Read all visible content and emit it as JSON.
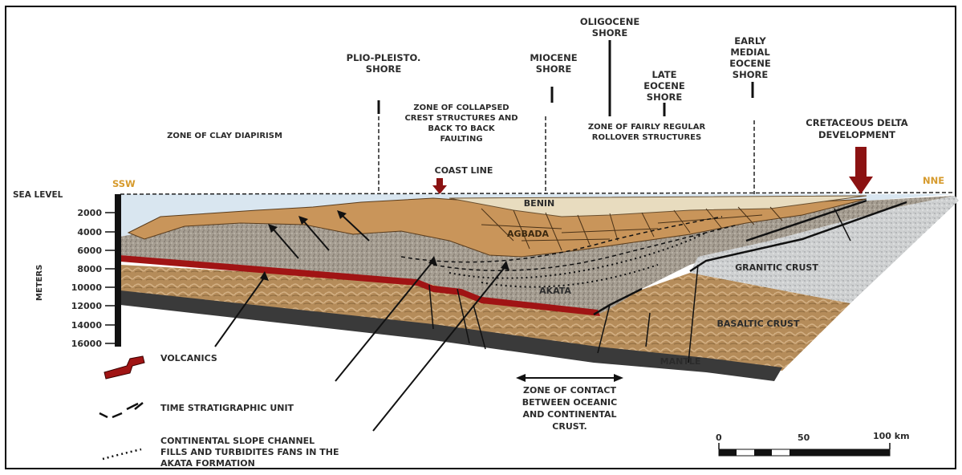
{
  "shores": {
    "plio_line1": "PLIO-PLEISTO.",
    "plio_line2": "SHORE",
    "miocene_line1": "MIOCENE",
    "miocene_line2": "SHORE",
    "oligocene_line1": "OLIGOCENE",
    "oligocene_line2": "SHORE",
    "late_eocene_line1": "LATE",
    "late_eocene_line2": "EOCENE",
    "late_eocene_line3": "SHORE",
    "early_eocene_line1": "EARLY",
    "early_eocene_line2": "MEDIAL",
    "early_eocene_line3": "EOCENE",
    "early_eocene_line4": "SHORE"
  },
  "zones": {
    "clay_diapirism": "ZONE OF CLAY DIAPIRISM",
    "collapsed_line1": "ZONE OF COLLAPSED",
    "collapsed_line2": "CREST STRUCTURES AND",
    "collapsed_line3": "BACK TO BACK",
    "collapsed_line4": "FAULTING",
    "rollover_line1": "ZONE OF FAIRLY REGULAR",
    "rollover_line2": "ROLLOVER STRUCTURES",
    "contact_line1": "ZONE OF CONTACT",
    "contact_line2": "BETWEEN OCEANIC",
    "contact_line3": "AND CONTINENTAL",
    "contact_line4": "CRUST."
  },
  "cretaceous_line1": "CRETACEOUS DELTA",
  "cretaceous_line2": "DEVELOPMENT",
  "coast_line": "COAST LINE",
  "ssw": "SSW",
  "nne": "NNE",
  "sea_level": "SEA LEVEL",
  "depth_axis": {
    "label": "METERS",
    "ticks": [
      "2000",
      "4000",
      "6000",
      "8000",
      "10000",
      "12000",
      "14000",
      "16000"
    ]
  },
  "formations": {
    "benin": "BENIN",
    "agbada": "AGBADA",
    "akata": "AKATA",
    "granitic": "GRANITIC CRUST",
    "basaltic": "BASALTIC CRUST",
    "mantle": "MANTLE"
  },
  "legend": {
    "volcanics": "VOLCANICS",
    "time_unit": "TIME STRATIGRAPHIC UNIT",
    "channel_line1": "CONTINENTAL SLOPE CHANNEL",
    "channel_line2": "FILLS AND TURBIDITES FANS IN THE",
    "channel_line3": "AKATA FORMATION"
  },
  "scale": {
    "tick0": "0",
    "tick50": "50",
    "tick100": "100 km"
  },
  "colors": {
    "orange_label": "#d69a2c",
    "volcanic_red": "#a01414",
    "benin_fill": "#e8dcbf",
    "agbada_fill": "#c9955a",
    "akata_fill": "#a59c90",
    "granitic_fill": "#c9cbcc",
    "basaltic_fill": "#b8915e",
    "sea_fill": "#d9e6f0"
  }
}
